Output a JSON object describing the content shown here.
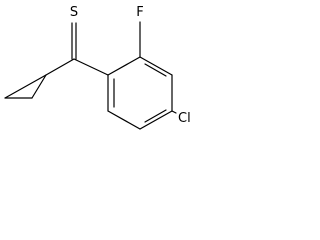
{
  "molecule": {
    "atom_labels": {
      "sulfur": "S",
      "fluorine": "F",
      "chlorine": "Cl"
    },
    "colors": {
      "bond": "#000000",
      "label": "#000000",
      "background": "#ffffff"
    }
  }
}
